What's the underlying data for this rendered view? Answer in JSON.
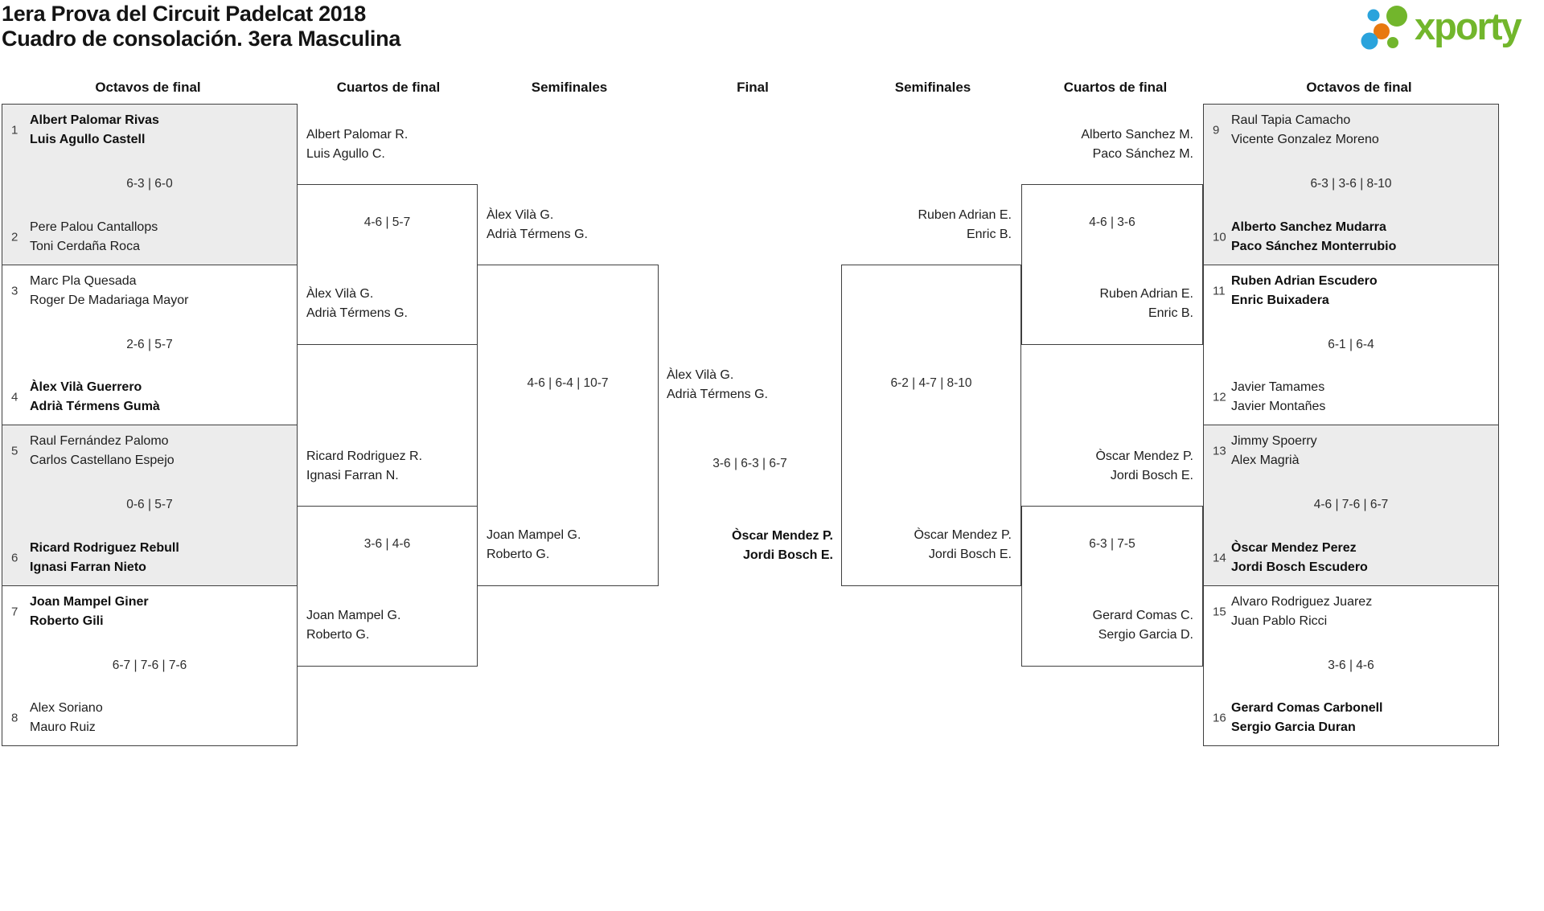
{
  "title": {
    "line1": "1era Prova del Circuit Padelcat 2018",
    "line2": "Cuadro de consolación. 3era Masculina"
  },
  "logo": {
    "text": "xporty",
    "green": "#72b62c",
    "blue": "#2aa3dc",
    "orange": "#e8790f"
  },
  "colors": {
    "line": "#3f3f3f",
    "shade": "#ececec",
    "text": "#1d1d1d"
  },
  "round_headers": [
    "Octavos de final",
    "Cuartos de final",
    "Semifinales",
    "Final",
    "Semifinales",
    "Cuartos de final",
    "Octavos de final"
  ],
  "octavos_left": [
    {
      "shaded": true,
      "score": "6-3 | 6-0",
      "top": {
        "seed": "1",
        "line1": "Albert Palomar Rivas",
        "line2": "Luis Agullo Castell",
        "bold": true
      },
      "bottom": {
        "seed": "2",
        "line1": "Pere Palou Cantallops",
        "line2": "Toni Cerdaña Roca",
        "bold": false
      }
    },
    {
      "shaded": false,
      "score": "2-6 | 5-7",
      "top": {
        "seed": "3",
        "line1": "Marc Pla Quesada",
        "line2": "Roger De Madariaga Mayor",
        "bold": false
      },
      "bottom": {
        "seed": "4",
        "line1": "Àlex Vilà Guerrero",
        "line2": "Adrià Térmens Gumà",
        "bold": true
      }
    },
    {
      "shaded": true,
      "score": "0-6 | 5-7",
      "top": {
        "seed": "5",
        "line1": "Raul Fernández Palomo",
        "line2": "Carlos Castellano Espejo",
        "bold": false
      },
      "bottom": {
        "seed": "6",
        "line1": "Ricard Rodriguez Rebull",
        "line2": "Ignasi Farran Nieto",
        "bold": true
      }
    },
    {
      "shaded": false,
      "score": "6-7 | 7-6 | 7-6",
      "top": {
        "seed": "7",
        "line1": "Joan Mampel Giner",
        "line2": "Roberto Gili",
        "bold": true
      },
      "bottom": {
        "seed": "8",
        "line1": "Alex Soriano",
        "line2": "Mauro Ruiz",
        "bold": false
      }
    }
  ],
  "cuartos_left": [
    {
      "score": "4-6 | 5-7",
      "top": {
        "line1": "Albert Palomar R.",
        "line2": "Luis Agullo C.",
        "bold": false
      },
      "bottom": {
        "line1": "Àlex Vilà G.",
        "line2": "Adrià Térmens G.",
        "bold": true
      }
    },
    {
      "score": "3-6 | 4-6",
      "top": {
        "line1": "Ricard Rodriguez R.",
        "line2": "Ignasi Farran N.",
        "bold": false
      },
      "bottom": {
        "line1": "Joan Mampel G.",
        "line2": "Roberto G.",
        "bold": true
      }
    }
  ],
  "semifinal_left": {
    "score": "4-6 | 6-4 | 10-7",
    "top": {
      "line1": "Àlex Vilà G.",
      "line2": "Adrià Térmens G.",
      "bold": true
    },
    "bottom": {
      "line1": "Joan Mampel G.",
      "line2": "Roberto G.",
      "bold": false
    }
  },
  "final": {
    "score": "3-6 | 6-3 | 6-7",
    "top": {
      "line1": "Àlex Vilà G.",
      "line2": "Adrià Térmens G.",
      "bold": false
    },
    "bottom": {
      "line1": "Òscar Mendez P.",
      "line2": "Jordi Bosch E.",
      "bold": true
    }
  },
  "semifinal_right": {
    "score": "6-2 | 4-7 | 8-10",
    "top": {
      "line1": "Ruben Adrian E.",
      "line2": "Enric B.",
      "bold": false
    },
    "bottom": {
      "line1": "Òscar Mendez P.",
      "line2": "Jordi Bosch E.",
      "bold": true
    }
  },
  "cuartos_right": [
    {
      "score": "4-6 | 3-6",
      "top": {
        "line1": "Alberto Sanchez M.",
        "line2": "Paco Sánchez M.",
        "bold": false
      },
      "bottom": {
        "line1": "Ruben Adrian E.",
        "line2": "Enric B.",
        "bold": true
      }
    },
    {
      "score": "6-3 | 7-5",
      "top": {
        "line1": "Òscar Mendez P.",
        "line2": "Jordi Bosch E.",
        "bold": true
      },
      "bottom": {
        "line1": "Gerard Comas C.",
        "line2": "Sergio Garcia D.",
        "bold": false
      }
    }
  ],
  "octavos_right": [
    {
      "shaded": true,
      "score": "6-3 | 3-6 | 8-10",
      "top": {
        "seed": "9",
        "line1": "Raul Tapia Camacho",
        "line2": "Vicente Gonzalez Moreno",
        "bold": false
      },
      "bottom": {
        "seed": "10",
        "line1": "Alberto Sanchez Mudarra",
        "line2": "Paco Sánchez Monterrubio",
        "bold": true
      }
    },
    {
      "shaded": false,
      "score": "6-1 | 6-4",
      "top": {
        "seed": "11",
        "line1": "Ruben Adrian Escudero",
        "line2": "Enric Buixadera",
        "bold": true
      },
      "bottom": {
        "seed": "12",
        "line1": "Javier Tamames",
        "line2": "Javier Montañes",
        "bold": false
      }
    },
    {
      "shaded": true,
      "score": "4-6 | 7-6 | 6-7",
      "top": {
        "seed": "13",
        "line1": "Jimmy Spoerry",
        "line2": "Alex Magrià",
        "bold": false
      },
      "bottom": {
        "seed": "14",
        "line1": "Òscar Mendez Perez",
        "line2": "Jordi Bosch Escudero",
        "bold": true
      }
    },
    {
      "shaded": false,
      "score": "3-6 | 4-6",
      "top": {
        "seed": "15",
        "line1": "Alvaro Rodriguez Juarez",
        "line2": "Juan Pablo Ricci",
        "bold": false
      },
      "bottom": {
        "seed": "16",
        "line1": "Gerard Comas Carbonell",
        "line2": "Sergio Garcia Duran",
        "bold": true
      }
    }
  ]
}
